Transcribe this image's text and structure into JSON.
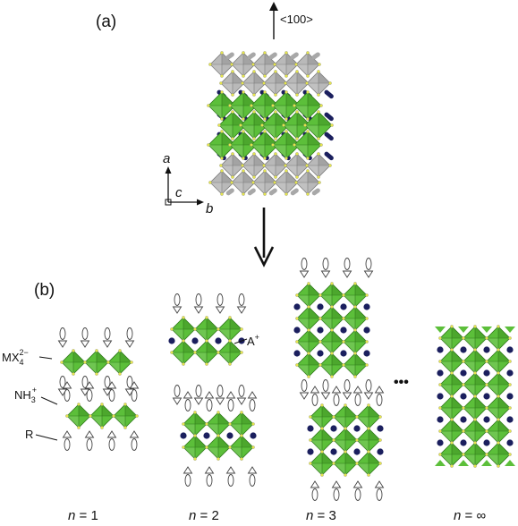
{
  "panel_a": {
    "label": "(a)",
    "direction_label": "<100>",
    "axes": {
      "a": "a",
      "b": "b",
      "c": "c"
    }
  },
  "panel_b": {
    "label": "(b)",
    "species": {
      "mx4_base": "MX",
      "mx4_sub": "4",
      "mx4_sup": "2−",
      "nh3_base": "NH",
      "nh3_sub": "3",
      "nh3_sup": "+",
      "r": "R",
      "a_base": "A",
      "a_sup": "+"
    },
    "ellipsis": "•••",
    "columns": [
      {
        "n_label": "n",
        "eq": " = 1"
      },
      {
        "n_label": "n",
        "eq": " = 2"
      },
      {
        "n_label": "n",
        "eq": " = 3"
      },
      {
        "n_label": "n",
        "eq": " = ∞"
      }
    ]
  },
  "colors": {
    "octahedron_green": "#5cbf3a",
    "octahedron_dark": "#2f7a18",
    "octahedron_grey": "#b9b9b9",
    "octahedron_grey_dark": "#7c7c7c",
    "cation_navy": "#1b1f5e",
    "vertex_yellow": "#e6e64a",
    "line": "#222222"
  }
}
